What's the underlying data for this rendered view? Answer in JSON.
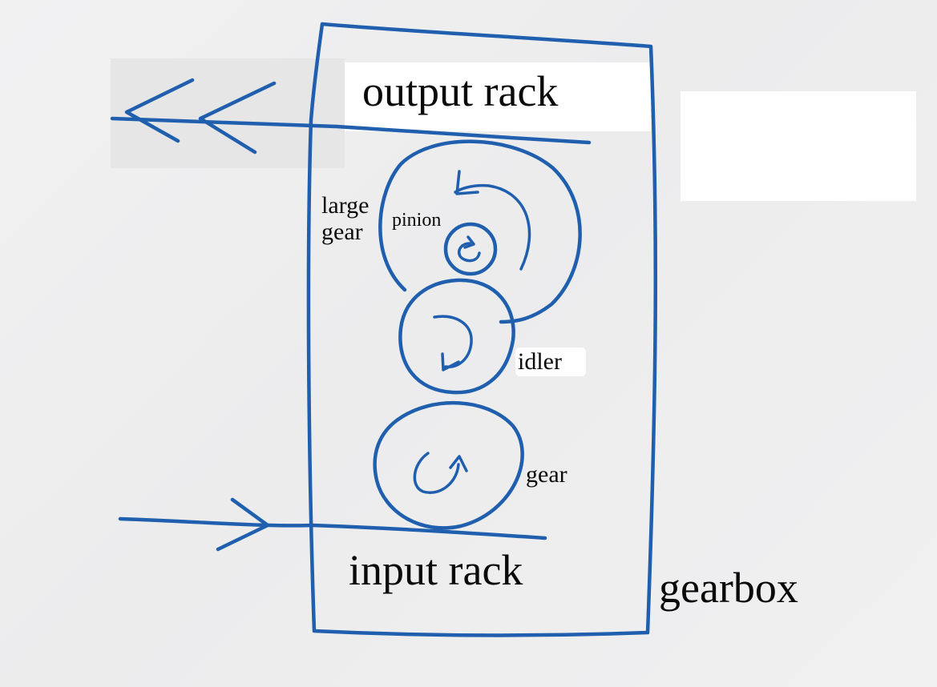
{
  "labels": {
    "output_rack": "output rack",
    "input_rack": "input rack",
    "gearbox": "gearbox",
    "large_gear": "large gear",
    "pinion": "pinion",
    "idler": "idler",
    "gear": "gear"
  },
  "colors": {
    "ink": "#1f5fae",
    "paper": "#eeeff0",
    "text": "#0a0a0a"
  }
}
